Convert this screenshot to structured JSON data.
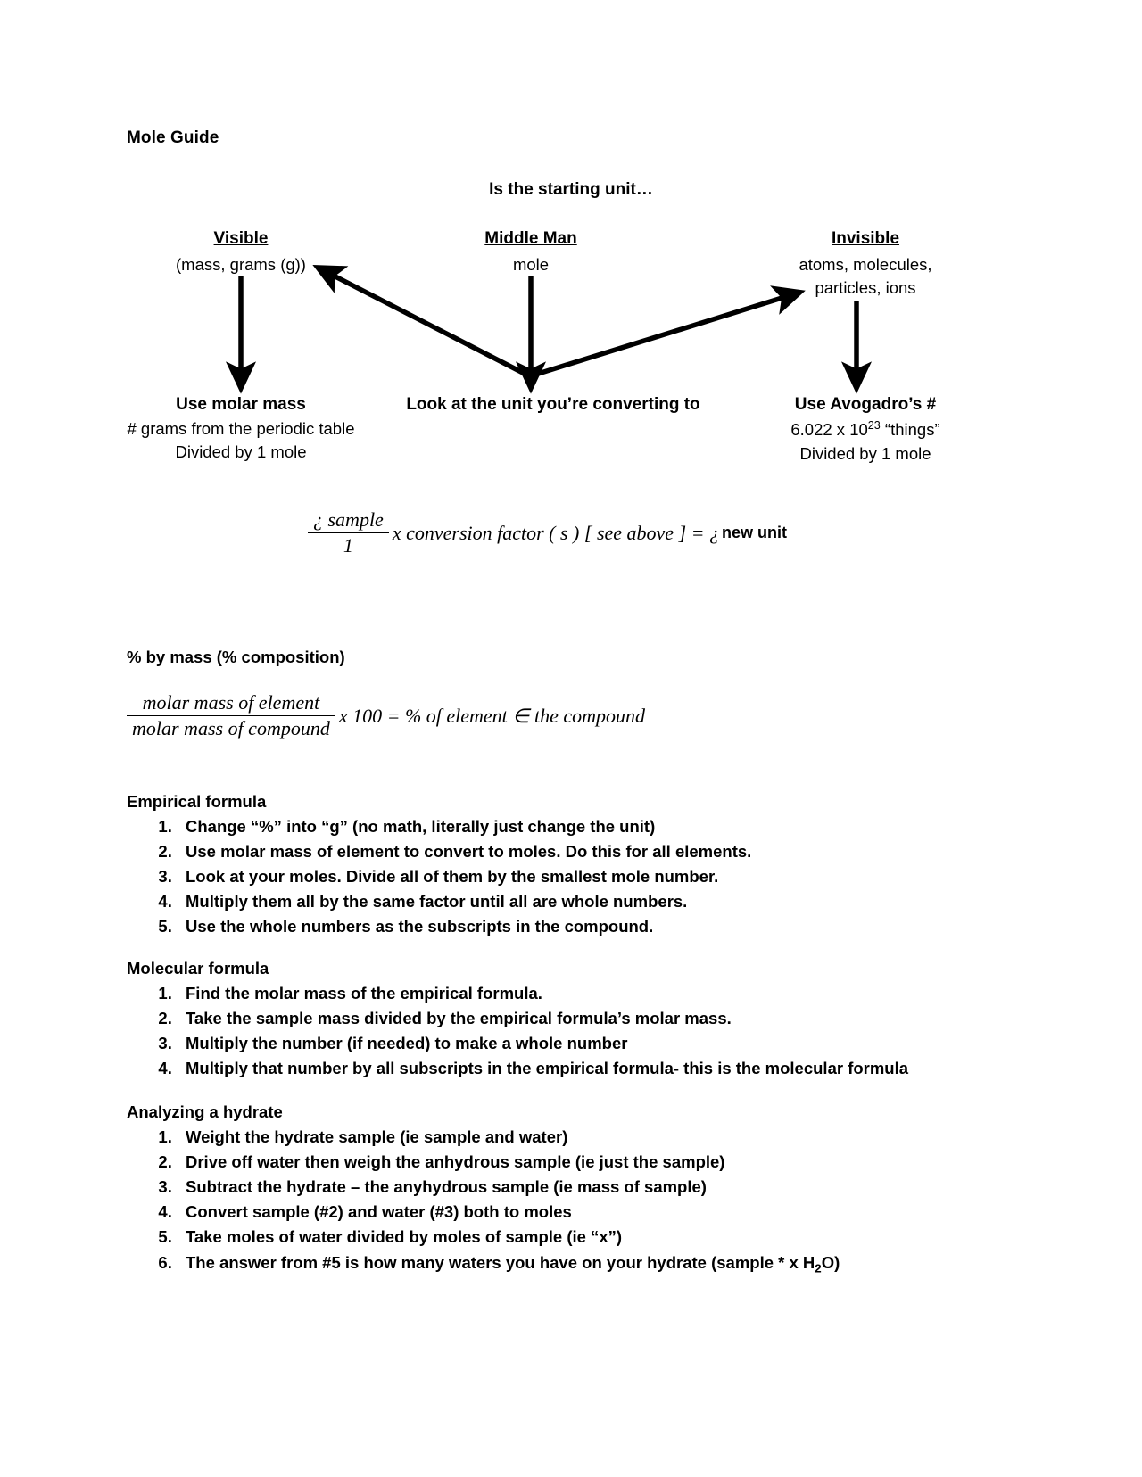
{
  "document": {
    "title": "Mole Guide"
  },
  "diagram": {
    "question": "Is the starting unit…",
    "columns": [
      {
        "head": "Visible",
        "sub": "(mass, grams (g))"
      },
      {
        "head": "Middle Man",
        "sub": "mole"
      },
      {
        "head": "Invisible",
        "sub": "atoms, molecules,\nparticles, ions"
      }
    ],
    "actions": [
      {
        "head": "Use molar mass",
        "sub": "# grams from the periodic table\nDivided by 1 mole"
      },
      {
        "head": "Look at the unit you’re converting to",
        "sub": ""
      },
      {
        "head": "Use Avogadro’s #",
        "sub_prefix": "6.022 x 10",
        "sub_exponent": "23",
        "sub_suffix": " “things”",
        "sub_line2": "Divided by 1 mole"
      }
    ]
  },
  "equations": {
    "main": {
      "numerator": "¿ sample",
      "denominator": "1",
      "tail": "x conversion factor ( s ) [ see above ] = ¿",
      "result": "new unit"
    },
    "percent_mass": {
      "numerator": "molar mass of element",
      "denominator": "molar mass of compound",
      "tail": "x 100 = % of element ∈ the compound"
    }
  },
  "sections": [
    {
      "heading": "% by mass (% composition)",
      "items": []
    },
    {
      "heading": "Empirical formula",
      "items": [
        "Change “%” into “g” (no math, literally just change the unit)",
        "Use molar mass of element to convert to moles. Do this for all elements.",
        "Look at your moles. Divide all of them by the smallest mole number.",
        "Multiply them all by the same factor until all are whole numbers.",
        "Use the whole numbers as the subscripts in the compound."
      ]
    },
    {
      "heading": "Molecular formula",
      "items": [
        "Find the molar mass of the empirical formula.",
        "Take the sample mass divided by the empirical formula’s molar mass.",
        "Multiply the number (if needed) to make a whole number",
        "Multiply that number by all subscripts in the empirical formula- this is the molecular formula"
      ]
    },
    {
      "heading": "Analyzing a hydrate",
      "items": [
        "Weight the hydrate sample (ie sample and water)",
        "Drive off water then weigh the anhydrous sample (ie just the sample)",
        "Subtract the hydrate – the anyhydrous sample (ie mass of sample)",
        "Convert sample (#2) and water (#3) both to moles",
        "Take moles of water divided by moles of sample (ie “x”)"
      ],
      "last_item": {
        "prefix": "The answer from #5 is how many waters you have on your hydrate (sample * x H",
        "subscript": "2",
        "suffix": "O)"
      }
    }
  ],
  "colors": {
    "text": "#000000",
    "background": "#ffffff",
    "arrow": "#000000"
  }
}
